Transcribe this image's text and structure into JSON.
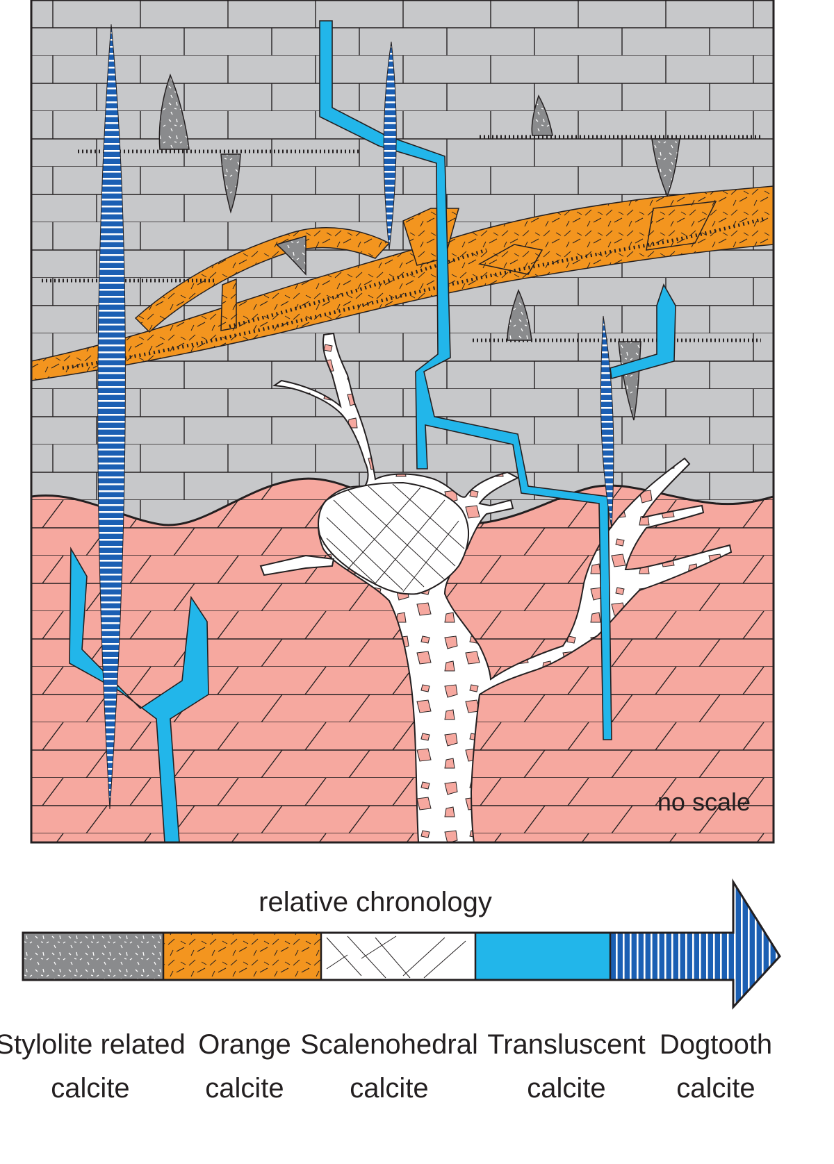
{
  "scale_note": "no scale",
  "chronology": {
    "title": "relative chronology",
    "stages": [
      {
        "line1": "Stylolite related",
        "line2": "calcite",
        "color": "#8a8b8d"
      },
      {
        "line1": "Orange",
        "line2": "calcite",
        "color": "#f3951f"
      },
      {
        "line1": "Scalenohedral",
        "line2": "calcite",
        "color": "#ffffff"
      },
      {
        "line1": "Transluscent",
        "line2": "calcite",
        "color": "#22b6ea"
      },
      {
        "line1": "Dogtooth",
        "line2": "calcite",
        "color": "#1b5fb3"
      }
    ]
  },
  "colors": {
    "upper_limestone": "#c7c8ca",
    "lower_limestone": "#f6a89f",
    "outline": "#231f20"
  }
}
